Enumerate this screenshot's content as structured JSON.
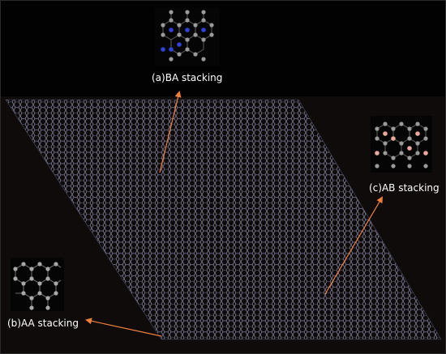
{
  "labels": {
    "ba": "(a)BA stacking",
    "ab": "(c)AB stacking",
    "aa": "(b)AA stacking"
  },
  "colors": {
    "background": "#000000",
    "lattice": "#8a8aa8",
    "arrow": "#f07f3c",
    "atom_gray": "#9a9a9a",
    "atom_blue": "#2f43d6",
    "atom_pink": "#e9a7a0",
    "bond": "#5c5c5c"
  }
}
